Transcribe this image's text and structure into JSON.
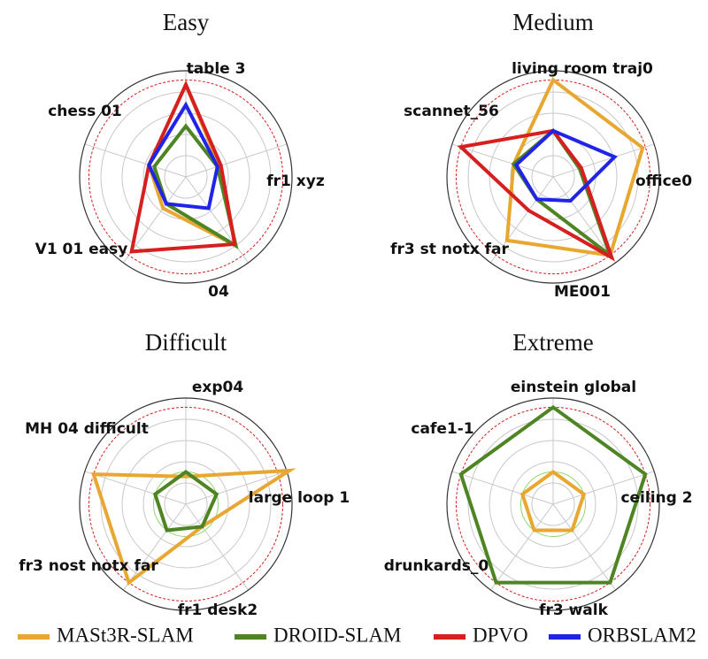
{
  "chart_data": [
    {
      "type": "radar",
      "title": "Easy",
      "axes": [
        "table 3",
        "fr1 xyz",
        "04",
        "V1 01 easy",
        "chess 01"
      ],
      "series": [
        {
          "name": "MASt3R-SLAM",
          "color": "#E8A730",
          "values": [
            1.0,
            0.38,
            0.92,
            0.42,
            0.42
          ]
        },
        {
          "name": "DROID-SLAM",
          "color": "#4E8423",
          "values": [
            0.55,
            0.36,
            0.92,
            0.36,
            0.36
          ]
        },
        {
          "name": "DPVO",
          "color": "#D61F1F",
          "values": [
            1.0,
            0.4,
            0.9,
            1.0,
            0.42
          ]
        },
        {
          "name": "ORBSLAM2",
          "color": "#1F24E8",
          "values": [
            0.78,
            0.36,
            0.42,
            0.36,
            0.42
          ]
        }
      ],
      "rlim": [
        0,
        1.15
      ],
      "threshold": 1.05
    },
    {
      "type": "radar",
      "title": "Medium",
      "axes": [
        "living room traj0",
        "office0",
        "ME001",
        "fr3 st notx far",
        "scannet_56"
      ],
      "series": [
        {
          "name": "MASt3R-SLAM",
          "color": "#E8A730",
          "values": [
            1.05,
            1.02,
            1.05,
            0.85,
            0.45
          ]
        },
        {
          "name": "DROID-SLAM",
          "color": "#4E8423",
          "values": [
            0.5,
            0.3,
            1.05,
            0.3,
            0.45
          ]
        },
        {
          "name": "DPVO",
          "color": "#D61F1F",
          "values": [
            0.5,
            0.32,
            1.08,
            0.45,
            1.05
          ]
        },
        {
          "name": "ORBSLAM2",
          "color": "#1F24E8",
          "values": [
            0.5,
            0.7,
            0.32,
            0.3,
            0.42
          ]
        }
      ],
      "rlim": [
        0,
        1.15
      ],
      "threshold": 1.05
    },
    {
      "type": "radar",
      "title": "Difficult",
      "axes": [
        "exp04",
        "large loop 1",
        "fr1 desk2",
        "fr3 nost notx far",
        "MH 04 difficult"
      ],
      "series": [
        {
          "name": "MASt3R-SLAM",
          "color": "#E8A730",
          "values": [
            0.3,
            1.18,
            0.3,
            1.05,
            1.05
          ]
        },
        {
          "name": "DROID-SLAM",
          "color": "#4E8423",
          "values": [
            0.35,
            0.35,
            0.3,
            0.35,
            0.35
          ]
        }
      ],
      "rlim": [
        0,
        1.15
      ],
      "threshold": 1.05
    },
    {
      "type": "radar",
      "title": "Extreme",
      "axes": [
        "einstein global",
        "ceiling 2",
        "fr3 walk",
        "drunkards_0",
        "cafe1-1"
      ],
      "series": [
        {
          "name": "MASt3R-SLAM",
          "color": "#E8A730",
          "values": [
            0.35,
            0.35,
            0.35,
            0.35,
            0.35
          ]
        },
        {
          "name": "DROID-SLAM",
          "color": "#4E8423",
          "values": [
            1.05,
            1.05,
            1.05,
            1.05,
            1.05
          ]
        }
      ],
      "rlim": [
        0,
        1.15
      ],
      "threshold": 1.05
    }
  ],
  "legend": [
    {
      "label": "MASt3R-SLAM",
      "color": "#E8A730"
    },
    {
      "label": "DROID-SLAM",
      "color": "#4E8423"
    },
    {
      "label": "DPVO",
      "color": "#D61F1F"
    },
    {
      "label": "ORBSLAM2",
      "color": "#1F24E8"
    }
  ],
  "colors": {
    "threshold_ring": "#D61F1F",
    "inner_ring": "#8FD86A",
    "grid": "#C8C8C8",
    "outer_ring": "#333333"
  }
}
